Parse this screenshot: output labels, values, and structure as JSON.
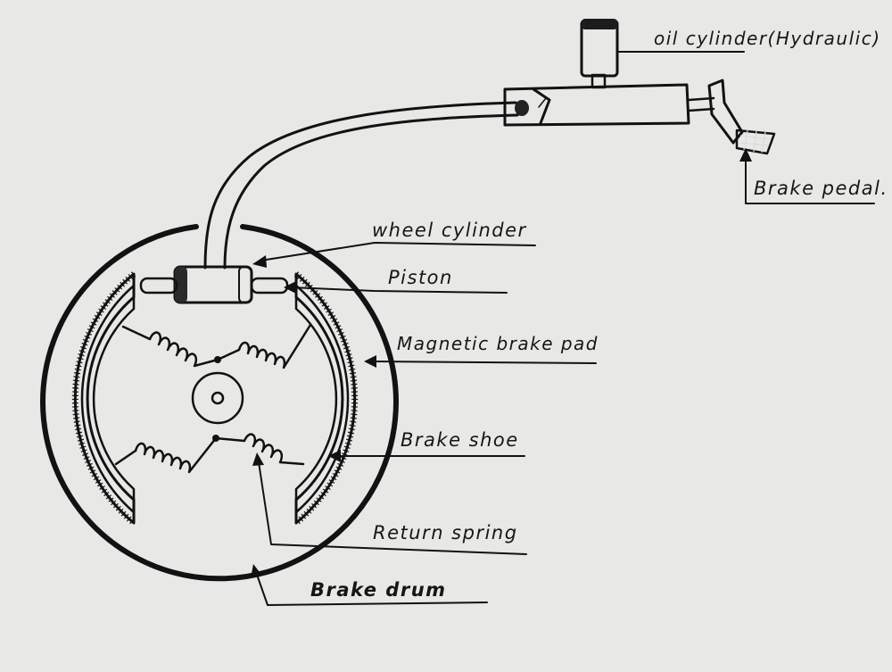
{
  "labels": {
    "oil_cylinder": "oil cylinder(Hydraulic)",
    "brake_pedal": "Brake pedal.",
    "wheel_cylinder": "wheel cylinder",
    "piston": "Piston",
    "magnetic_brake_pad": "Magnetic brake pad",
    "brake_shoe": "Brake shoe",
    "return_spring": "Return spring",
    "brake_drum": "Brake drum"
  },
  "colors": {
    "paper": "#e7e7e5",
    "ink": "#121212",
    "brake_pad_fill": "#cfe07e",
    "metal_fill": "#a9a9a9"
  }
}
